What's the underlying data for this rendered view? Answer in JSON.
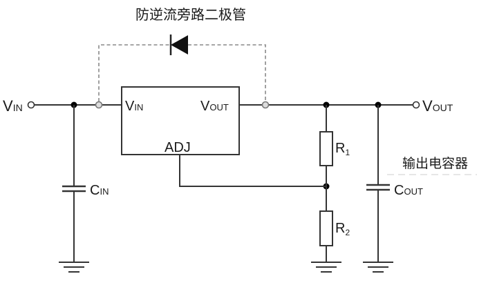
{
  "title": "防逆流旁路二极管",
  "annotation_output_cap": "输出电容器",
  "regulator": {
    "pin_in": {
      "main": "V",
      "sub": "IN"
    },
    "pin_out": {
      "main": "V",
      "sub": "OUT"
    },
    "pin_adj": "ADJ"
  },
  "terminals": {
    "input": {
      "main": "V",
      "sub": "IN"
    },
    "output": {
      "main": "V",
      "sub": "OUT"
    }
  },
  "components": {
    "cin": {
      "main": "C",
      "sub": "IN"
    },
    "cout": {
      "main": "C",
      "sub": "OUT"
    },
    "r1": {
      "main": "R",
      "sub": "1"
    },
    "r2": {
      "main": "R",
      "sub": "2"
    }
  }
}
